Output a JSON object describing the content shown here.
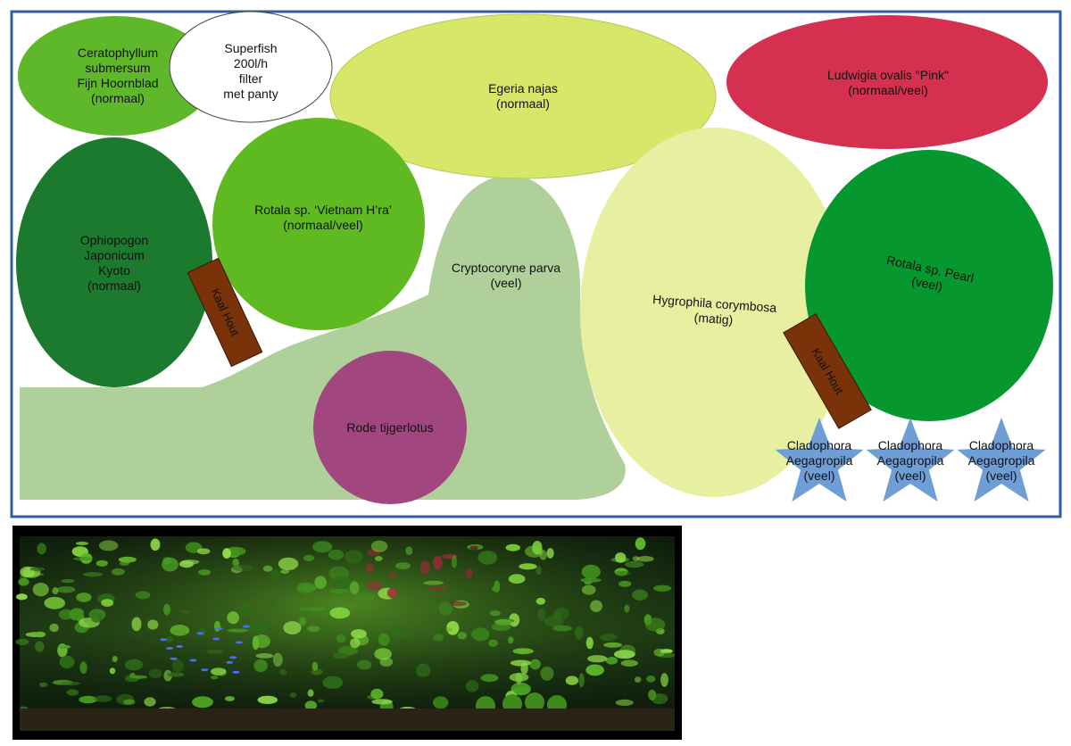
{
  "colors": {
    "frame": "#2f5fa0",
    "ceratophyllum": "#5fb82a",
    "superfish": "#ffffff",
    "egeria": "#d6e76a",
    "ludwigia": "#d63050",
    "ophiopogon": "#1b7a2d",
    "rotala_vietnam": "#5fba22",
    "cryptocoryne": "#afd09a",
    "hygrophila": "#e6f0a0",
    "rotala_pearl": "#06982e",
    "rode_tijgerlotus": "#a1467e",
    "kaal_hout": "#7a3208",
    "cladophora": "#6f9ed6"
  },
  "plants": {
    "ceratophyllum": [
      "Ceratophyllum",
      "submersum",
      "Fijn Hoornblad",
      "(normaal)"
    ],
    "superfish": [
      "Superfish",
      "200l/h",
      "filter",
      "met panty"
    ],
    "egeria": [
      "Egeria najas",
      "(normaal)"
    ],
    "ludwigia": [
      "Ludwigia ovalis \"Pink\"",
      "(normaal/veel)"
    ],
    "ophiopogon": [
      "Ophiopogon",
      "Japonicum",
      "Kyoto",
      "(normaal)"
    ],
    "rotala_vietnam": [
      "Rotala sp. ‘Vietnam H’ra’",
      "(normaal/veel)"
    ],
    "cryptocoryne": [
      "Cryptocoryne parva",
      "(veel)"
    ],
    "hygrophila": [
      "Hygrophila corymbosa",
      "(matig)"
    ],
    "rotala_pearl": [
      "Rotala sp. Pearl",
      "(veel)"
    ],
    "rode_tijgerlotus": [
      "Rode tijgerlotus"
    ],
    "kaal_hout": "Kaal Hout",
    "cladophora": [
      "Cladophora",
      "Aegagropila",
      "(veel)"
    ]
  },
  "photo": {
    "description_icon": "aquarium-photo"
  }
}
